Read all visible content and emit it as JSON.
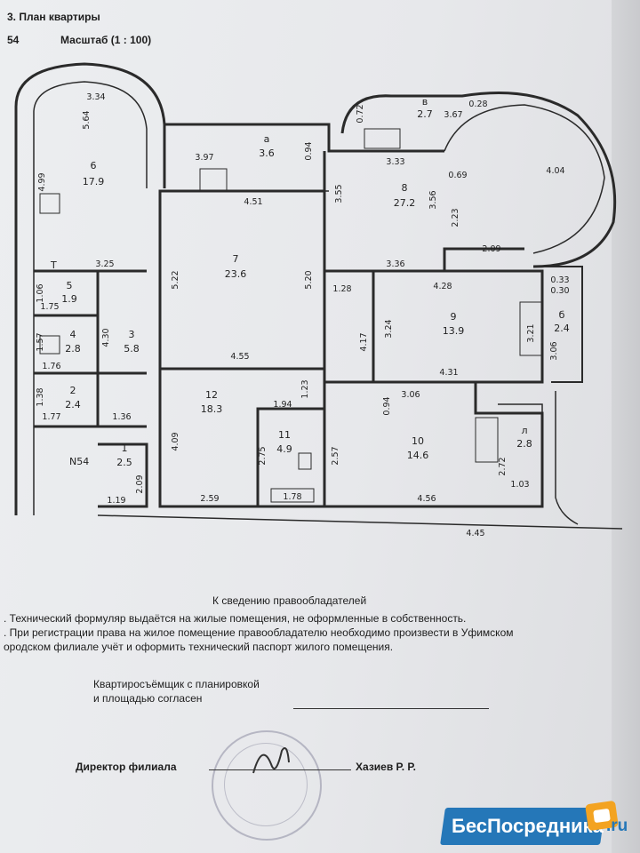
{
  "header": {
    "title": "3. План квартиры",
    "number": "54",
    "scale": "Масштаб (1 : 100)"
  },
  "plan": {
    "rooms": [
      {
        "id": "r6",
        "number": "6",
        "area": "17.9"
      },
      {
        "id": "r7",
        "number": "7",
        "area": "23.6"
      },
      {
        "id": "r8",
        "number": "8",
        "area": "27.2"
      },
      {
        "id": "r9",
        "number": "9",
        "area": "13.9"
      },
      {
        "id": "r10",
        "number": "10",
        "area": "14.6"
      },
      {
        "id": "r11",
        "number": "11",
        "area": "4.9"
      },
      {
        "id": "r12",
        "number": "12",
        "area": "18.3"
      },
      {
        "id": "r1",
        "number": "1",
        "area": "2.5"
      },
      {
        "id": "r2",
        "number": "2",
        "area": "2.4"
      },
      {
        "id": "r3",
        "number": "3",
        "area": "5.8"
      },
      {
        "id": "r4",
        "number": "4",
        "area": "2.8"
      },
      {
        "id": "r5",
        "number": "5",
        "area": "1.9"
      },
      {
        "id": "ra",
        "number": "а",
        "area": "3.6"
      },
      {
        "id": "rb",
        "number": "б",
        "area": "2.4"
      },
      {
        "id": "rv",
        "number": "в",
        "area": "2.7"
      },
      {
        "id": "rl",
        "number": "л",
        "area": "2.8"
      }
    ],
    "dimensions": [
      "3.34",
      "5.64",
      "4.99",
      "3.97",
      "0.94",
      "4.51",
      "3.55",
      "3.33",
      "0.69",
      "3.56",
      "2.23",
      "4.04",
      "2.09",
      "0.72",
      "3.67",
      "0.28",
      "5.22",
      "5.20",
      "3.25",
      "3.36",
      "1.28",
      "4.28",
      "0.33",
      "0.30",
      "1.06",
      "1.75",
      "1.57",
      "1.76",
      "4.30",
      "4.17",
      "3.24",
      "3.21",
      "3.06",
      "4.55",
      "4.31",
      "1.38",
      "1.77",
      "1.36",
      "1.94",
      "1.23",
      "0.94",
      "3.06",
      "4.09",
      "2.75",
      "2.57",
      "2.72",
      "2.09",
      "1.19",
      "2.59",
      "1.78",
      "4.56",
      "1.03",
      "4.45"
    ],
    "flat_label": "N54",
    "fixture_t": "Т"
  },
  "notice": {
    "heading": "К сведению правообладателей",
    "item1": ". Технический формуляр выдаётся на жилые помещения, не оформленные в собственность.",
    "item2a": ". При регистрации права на жилое помещение правообладателю необходимо произвести в Уфимском",
    "item2b": "ородском филиале учёт и оформить технический паспорт жилого помещения."
  },
  "signature": {
    "tenant_line1": "Квартиросъёмщик с планировкой",
    "tenant_line2": "и площадью согласен",
    "director_label": "Директор филиала",
    "director_name": "Хазиев Р. Р."
  },
  "watermark": {
    "brand": "БесПосредника",
    "tld": ".ru",
    "brand_color": "#2577b8",
    "icon_color": "#f3a321"
  }
}
